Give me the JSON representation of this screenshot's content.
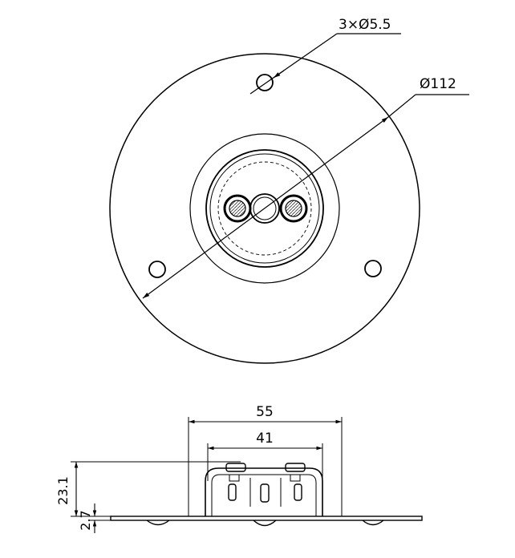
{
  "drawing": {
    "top_view": {
      "hole_callout": "3×Ø5.5",
      "diameter_callout": "Ø112"
    },
    "side_view": {
      "width_outer": "55",
      "width_inner": "41",
      "height_total": "23.1",
      "plate_thickness": "2.7"
    }
  }
}
